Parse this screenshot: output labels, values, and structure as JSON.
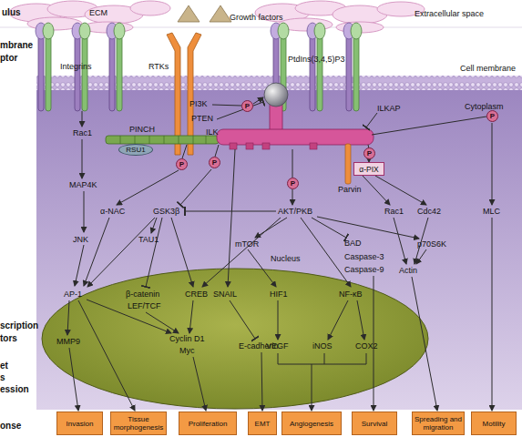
{
  "diagram": {
    "nodes": [
      {
        "text": [
          "P"
        ]
      },
      {
        "text": [
          "P"
        ]
      },
      {
        "text": [
          "RSU1"
        ]
      },
      {
        "text": [
          "P"
        ]
      },
      {
        "text": [
          "P"
        ]
      },
      {
        "text": [
          "P"
        ]
      },
      {
        "text": [
          "α-PIX"
        ]
      },
      {
        "text": [
          "P"
        ]
      },
      {
        "text": [
          "Nucleus"
        ]
      },
      {
        "text": [
          "Invasion"
        ]
      },
      {
        "text": [
          "Tissue morphogenesis"
        ]
      },
      {
        "text": [
          "Proliferation"
        ]
      },
      {
        "text": [
          "EMT"
        ]
      },
      {
        "text": [
          "Angiogenesis"
        ]
      },
      {
        "text": [
          "Survival"
        ]
      },
      {
        "text": [
          "Spreading and migration"
        ]
      },
      {
        "text": [
          "Motility"
        ]
      }
    ],
    "labels": [
      "ulus",
      "mbrane",
      "ptor",
      "scription",
      "tors",
      "et",
      "s",
      "ession",
      "onse",
      "ECM",
      "Growth factors",
      "Extracellular space",
      "Integrins",
      "RTKs",
      "PtdIns(3,4,5)P3",
      "Cell membrane",
      "Cytoplasm",
      "PI3K",
      "PTEN",
      "ILKAP",
      "PINCH",
      "ILK",
      "Parvin",
      "Rac1",
      "MAP4K",
      "α-NAC",
      "GSK3β",
      "JNK",
      "TAU1",
      "AKT/PKB",
      "Rac1",
      "Cdc42",
      "MLC",
      "mTOR",
      "BAD",
      "Caspase-3",
      "Caspase-9",
      "p70S6K",
      "Actin",
      "AP-1",
      "β-catenin",
      "LEF/TCF",
      "CREB",
      "SNAIL",
      "HIF1",
      "NF-κB",
      "Cyclin D1",
      "Myc",
      "E-cadherin",
      "MMP9",
      "VEGF",
      "iNOS",
      "COX2"
    ]
  }
}
